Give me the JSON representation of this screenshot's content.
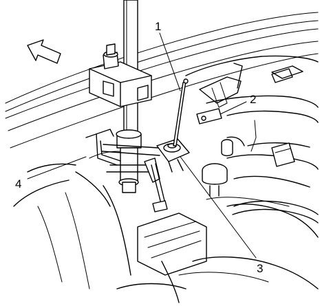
{
  "callouts": {
    "c1": "1",
    "c2": "2",
    "c3": "3",
    "c4": "4"
  },
  "icons": {
    "direction_arrow": "arrow-up-left-icon"
  },
  "colors": {
    "line": "#000000",
    "background": "#ffffff"
  }
}
